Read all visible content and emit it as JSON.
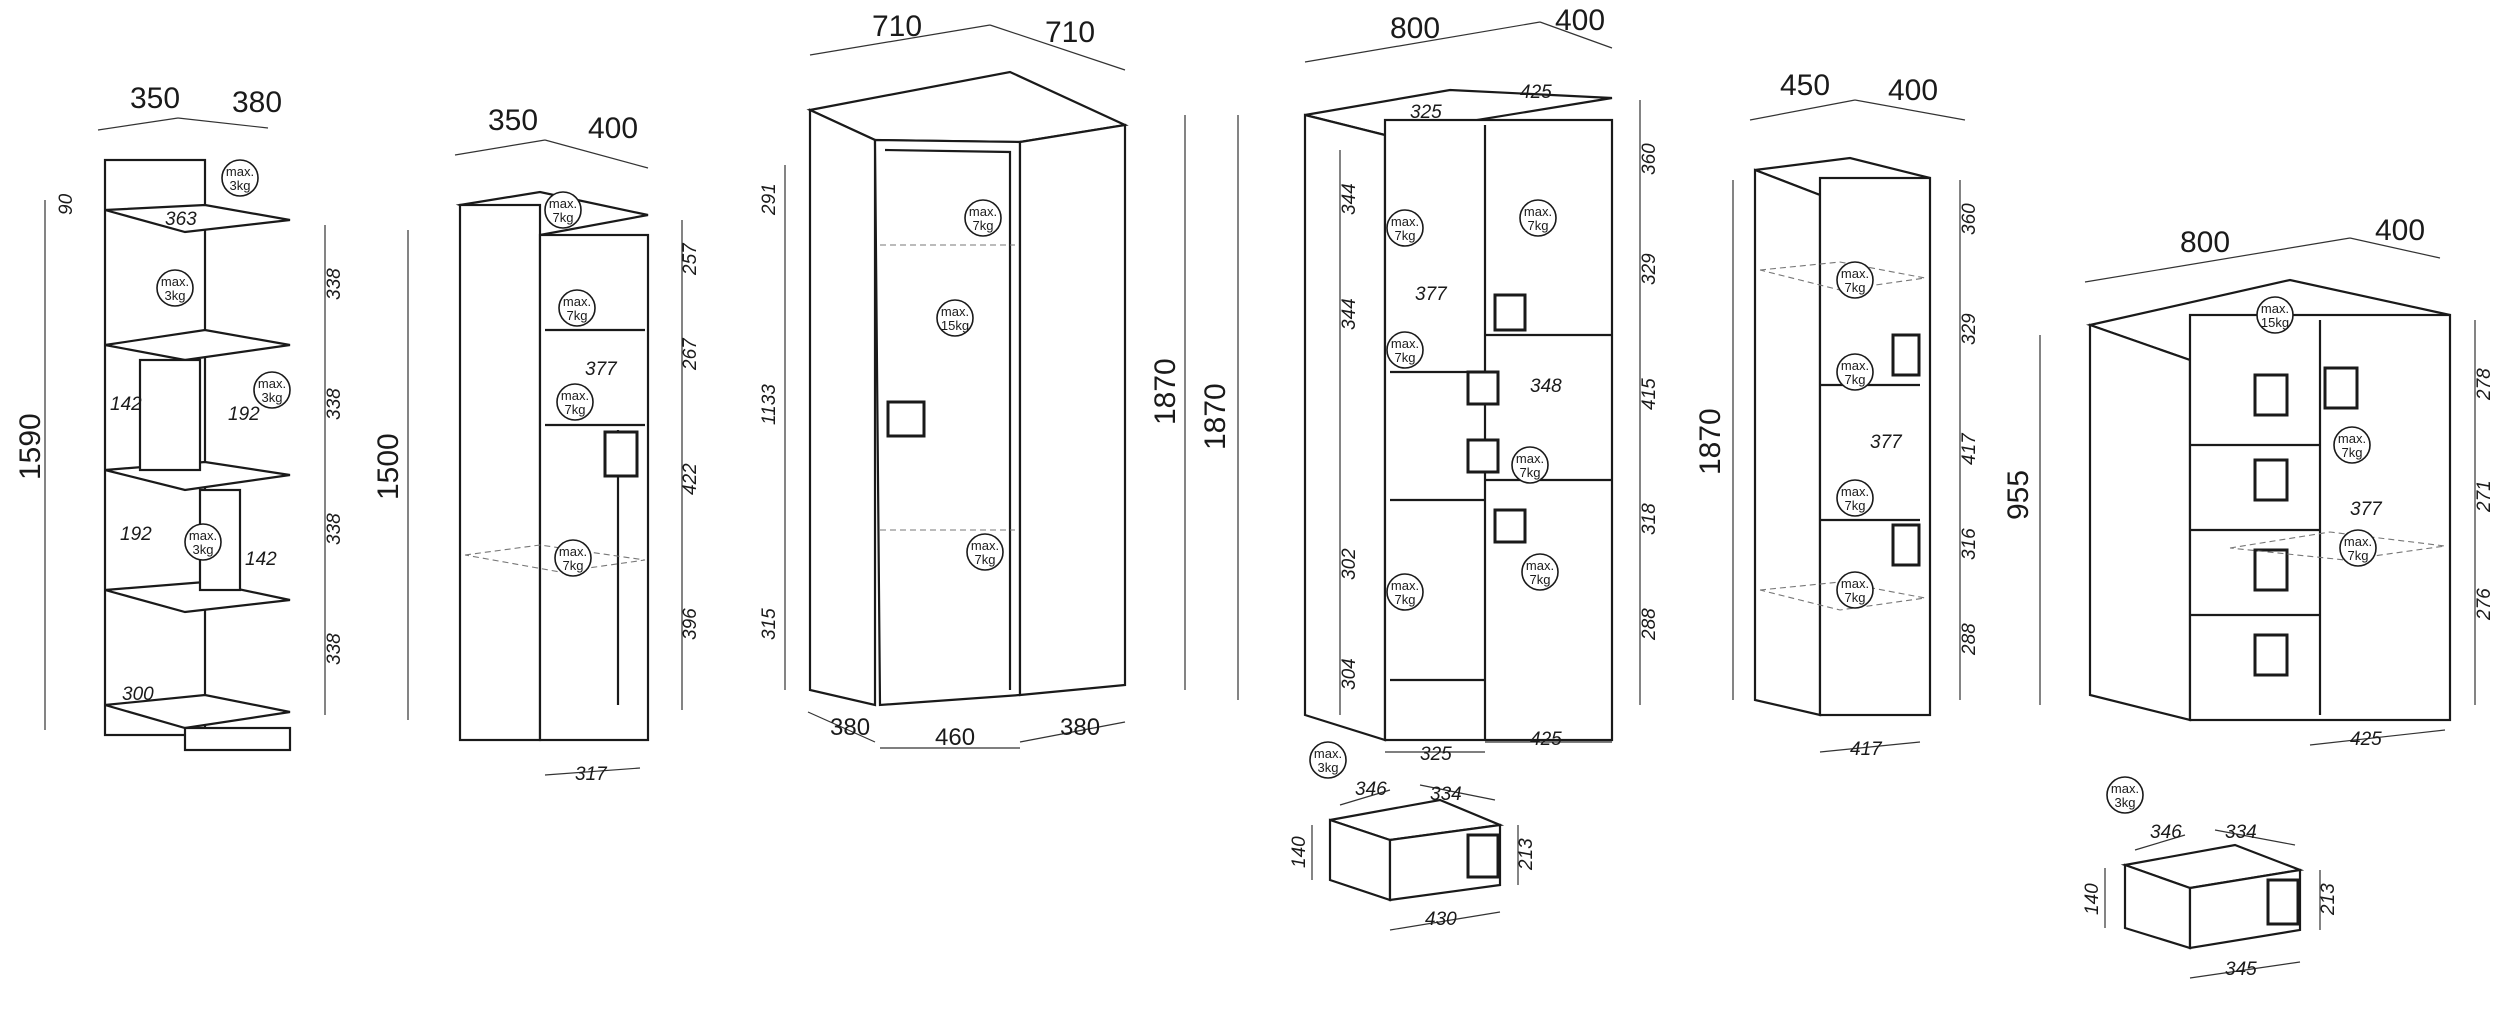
{
  "units": "mm",
  "badges": {
    "line1": "max.",
    "w3": "3kg",
    "w7": "7kg",
    "w15": "15kg"
  },
  "bookcase_corner": {
    "width": "350",
    "depth": "380",
    "height": "1590",
    "top_gap": "90",
    "shelf_width": "363",
    "shelf_heights": [
      "338",
      "338",
      "338",
      "338"
    ],
    "inner_192_a": "192",
    "inner_192_b": "192",
    "inner_142_a": "142",
    "inner_142_b": "142",
    "base": "300"
  },
  "cabinet_narrow": {
    "width": "350",
    "depth": "400",
    "height": "1500",
    "inner_width": "377",
    "heights": [
      "257",
      "267",
      "422",
      "396"
    ],
    "base": "317"
  },
  "wardrobe_corner": {
    "width_left": "710",
    "width_right": "710",
    "height": "1870",
    "top": "291",
    "middle": "1133",
    "bottom": "315",
    "base_left": "380",
    "base_mid": "460",
    "base_right": "380"
  },
  "wardrobe_wide": {
    "width": "800",
    "depth": "400",
    "height": "1870",
    "top_left": "325",
    "top_right": "425",
    "inner_377": "377",
    "inner_348": "348",
    "left_heights": [
      "344",
      "344",
      "302",
      "304"
    ],
    "right_heights": [
      "360",
      "329",
      "415",
      "318",
      "288"
    ],
    "base_left": "325",
    "base_right": "425"
  },
  "drawer_1": {
    "width": "346",
    "depth": "334",
    "height": "140",
    "front_h": "213",
    "front_w": "430"
  },
  "cabinet_tall": {
    "width": "450",
    "depth": "400",
    "height": "1870",
    "inner_width": "377",
    "heights": [
      "360",
      "329",
      "417",
      "316",
      "288"
    ],
    "base": "417"
  },
  "dresser": {
    "width": "800",
    "depth": "400",
    "height": "955",
    "inner_width": "377",
    "heights": [
      "278",
      "271",
      "276"
    ],
    "base": "425"
  },
  "drawer_2": {
    "width": "346",
    "depth": "334",
    "height": "140",
    "front_h": "213",
    "front_w": "345"
  }
}
